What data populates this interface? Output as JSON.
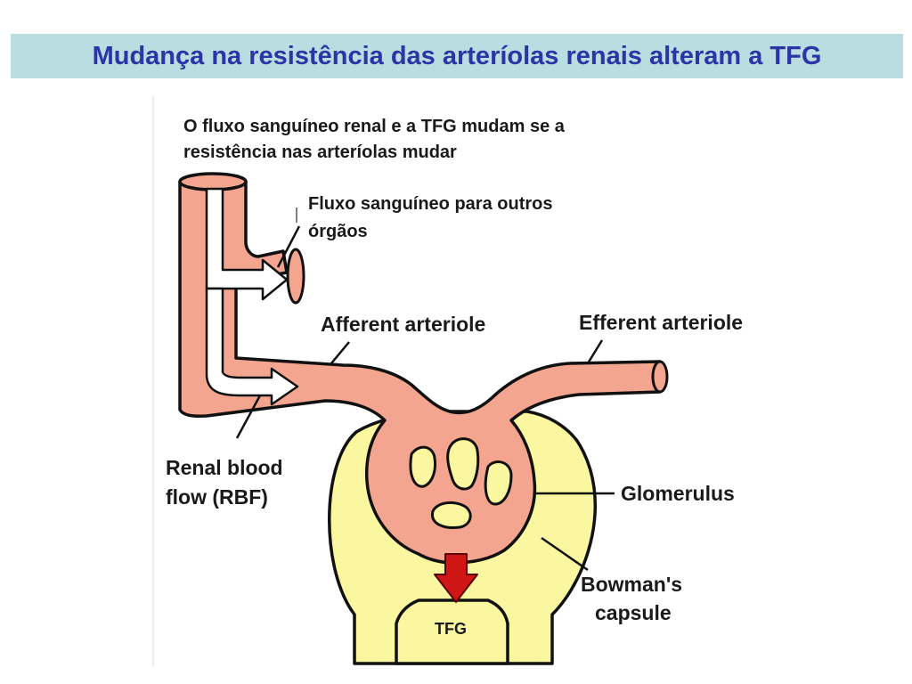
{
  "title": "Mudança na resistência das arteríolas renais alteram a TFG",
  "intro_lines": [
    "O fluxo sanguíneo renal e a TFG mudam se a",
    "resistência nas arteríolas mudar"
  ],
  "other_organs_lines": [
    "Fluxo sanguíneo para outros",
    "órgãos"
  ],
  "labels": {
    "afferent": "Afferent arteriole",
    "efferent": "Efferent arteriole",
    "rbf_lines": [
      "Renal blood",
      "flow (RBF)"
    ],
    "glomerulus": "Glomerulus",
    "bowman_lines": [
      "Bowman's",
      "capsule"
    ],
    "tfg": "TFG"
  },
  "colors": {
    "title_text": "#2b35a5",
    "title_bg": "#b9dde0",
    "vessel": "#f4a58f",
    "capsule": "#fbf7a0",
    "filtration_arrow": "#d01515",
    "flow_arrow": "#ffffff"
  }
}
